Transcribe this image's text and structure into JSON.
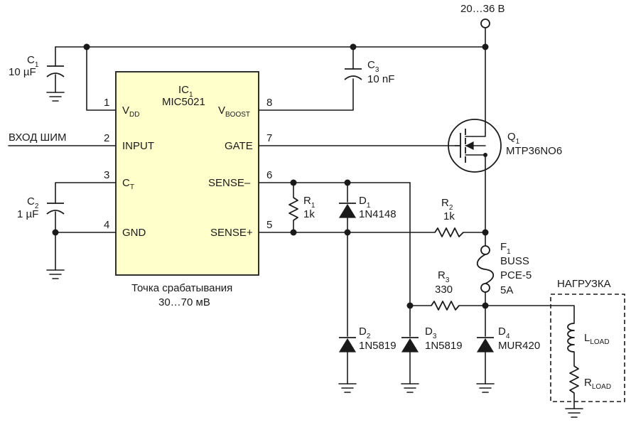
{
  "supply": {
    "voltage": "20…36 В"
  },
  "ic1": {
    "ref": "IC",
    "ref_sub": "1",
    "part": "MIC5021",
    "pins": {
      "p1": {
        "num": "1",
        "name": "V",
        "sub": "DD"
      },
      "p2": {
        "num": "2",
        "name": "INPUT"
      },
      "p3": {
        "num": "3",
        "name": "C",
        "sub": "T"
      },
      "p4": {
        "num": "4",
        "name": "GND"
      },
      "p5": {
        "num": "5",
        "name": "SENSE+"
      },
      "p6": {
        "num": "6",
        "name": "SENSE–"
      },
      "p7": {
        "num": "7",
        "name": "GATE"
      },
      "p8": {
        "num": "8",
        "name": "V",
        "sub": "BOOST"
      }
    },
    "note_line1": "Точка срабатывания",
    "note_line2": "30…70 мВ"
  },
  "input_label": "ВХОД ШИМ",
  "c1": {
    "ref": "C",
    "sub": "1",
    "value": "10 µF"
  },
  "c2": {
    "ref": "C",
    "sub": "2",
    "value": "1 µF"
  },
  "c3": {
    "ref": "C",
    "sub": "3",
    "value": "10 nF"
  },
  "q1": {
    "ref": "Q",
    "sub": "1",
    "part": "MTP36NO6"
  },
  "r1": {
    "ref": "R",
    "sub": "1",
    "value": "1k"
  },
  "r2": {
    "ref": "R",
    "sub": "2",
    "value": "1k"
  },
  "r3": {
    "ref": "R",
    "sub": "3",
    "value": "330"
  },
  "d1": {
    "ref": "D",
    "sub": "1",
    "part": "1N4148"
  },
  "d2": {
    "ref": "D",
    "sub": "2",
    "part": "1N5819"
  },
  "d3": {
    "ref": "D",
    "sub": "3",
    "part": "1N5819"
  },
  "d4": {
    "ref": "D",
    "sub": "4",
    "part": "MUR420"
  },
  "f1": {
    "ref": "F",
    "sub": "1",
    "line1": "BUSS",
    "line2": "PCE-5",
    "line3": "5A"
  },
  "load": {
    "title": "НАГРУЗКА",
    "l": {
      "ref": "L",
      "sub": "LOAD"
    },
    "r": {
      "ref": "R",
      "sub": "LOAD"
    }
  }
}
